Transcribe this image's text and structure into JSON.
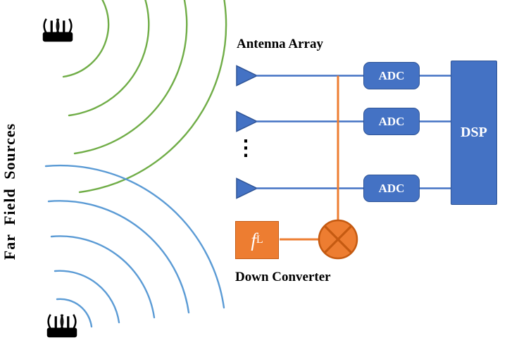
{
  "left_panel": {
    "title": "Far Field Sources"
  },
  "diagram": {
    "antenna_array_label": "Antenna Array",
    "down_converter_label": "Down Converter",
    "ellipsis": "⋮",
    "adcs": [
      {
        "label": "ADC"
      },
      {
        "label": "ADC"
      },
      {
        "label": "ADC"
      }
    ],
    "dsp_label": "DSP",
    "lo": {
      "main": "f",
      "sub": "L"
    }
  },
  "icons": {
    "top_source": "wifi-router-icon",
    "bottom_source": "wifi-router-icon",
    "mixer": "mixer-cross-icon"
  },
  "colors": {
    "block_blue": "#4472C4",
    "block_blue_border": "#2F5496",
    "green_wavefront": "#70AD47",
    "blue_wavefront": "#5B9BD5",
    "orange": "#ED7D31",
    "orange_dark": "#C55A11",
    "text": "#000000"
  }
}
